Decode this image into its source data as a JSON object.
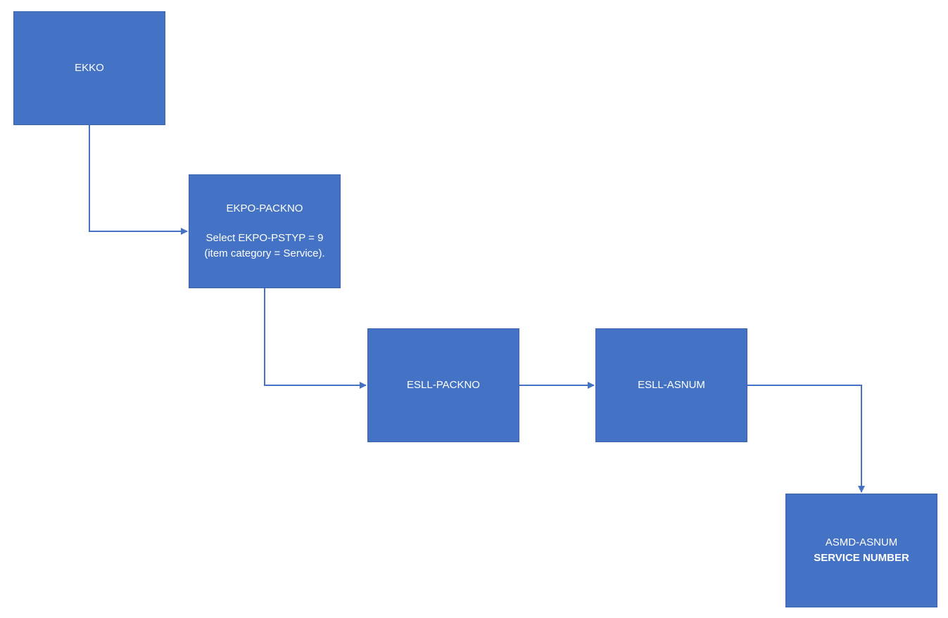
{
  "colors": {
    "box_fill": "#4472c4",
    "connector": "#4472c4",
    "text": "#ffffff"
  },
  "nodes": {
    "ekko": {
      "label": "EKKO"
    },
    "ekpo_packno": {
      "label": "EKPO-PACKNO",
      "note_line1": "Select EKPO-PSTYP = 9",
      "note_line2": "(item category = Service)."
    },
    "esll_packno": {
      "label": "ESLL-PACKNO"
    },
    "esll_asnum": {
      "label": "ESLL-ASNUM"
    },
    "asmd_asnum": {
      "label": "ASMD-ASNUM",
      "sublabel": "SERVICE NUMBER"
    }
  },
  "edges": [
    {
      "from": "ekko",
      "to": "ekpo_packno"
    },
    {
      "from": "ekpo_packno",
      "to": "esll_packno"
    },
    {
      "from": "esll_packno",
      "to": "esll_asnum"
    },
    {
      "from": "esll_asnum",
      "to": "asmd_asnum"
    }
  ]
}
